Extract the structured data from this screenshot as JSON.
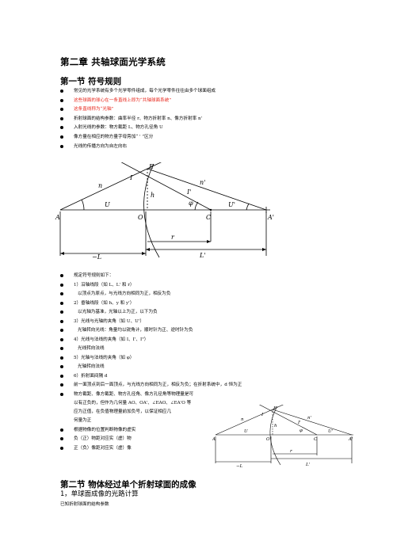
{
  "chapter_title": "第二章  共轴球面光学系统",
  "section1": {
    "title": "第一节  符号规则",
    "items": [
      {
        "text": "常见的光学系统有多个光学零件组成，每个光学零件往往由多个球面组成",
        "red": false
      },
      {
        "text": "这些球面的球心在一条直线上即为“共轴球面系统”",
        "red": true
      },
      {
        "text": "这条直线称为“光轴”",
        "red": true
      },
      {
        "text": "折射球面的结构参数：曲率半径 r、物方折射率 n、像方折射率 n'",
        "red": false
      },
      {
        "text": "入射光线的参数：物方截距 L、物方孔径角 U",
        "red": false
      },
      {
        "text": "像方量在相应的物方量字母旁加“ ' ”区分",
        "red": false
      },
      {
        "text": "光线的传播方向为自左向右",
        "red": false
      }
    ]
  },
  "diagram1": {
    "labels": {
      "E": "E",
      "n": "n",
      "n_prime": "n'",
      "I": "I",
      "I_prime": "I'",
      "h": "h",
      "phi": "φ",
      "U": "U",
      "U_prime": "U'",
      "A": "A",
      "O": "O",
      "C": "C",
      "A_prime": "A'",
      "r": "r",
      "minus_L": "−L",
      "L_prime": "L'"
    }
  },
  "rules": {
    "items": [
      {
        "text": "规定符号规则如下：",
        "bullet": true
      },
      {
        "text": "1）沿轴线段（如 L、L' 和 r）",
        "bullet": true
      },
      {
        "text": "以顶点为原点，与光线方向相同为正，相反为负",
        "bullet": true
      },
      {
        "text": "2）垂轴线段（如 h、y 和 y'）",
        "bullet": true
      },
      {
        "text": "以光轴为基准，光轴以上为正，以下为负",
        "bullet": true
      },
      {
        "text": "3）光线与光轴的夹角（如 U、U'）",
        "bullet": true
      },
      {
        "text": "光轴转向光线：角量均以锐角计，顺时针为正、逆时针为负",
        "bullet": true
      },
      {
        "text": "4）光线与法线的夹角（如 I、I'、I\"）",
        "bullet": true
      },
      {
        "text": "光线转向法线",
        "bullet": true
      },
      {
        "text": "5）光轴与法线的夹角（如 φ）",
        "bullet": true
      },
      {
        "text": "光轴转向法线",
        "bullet": true
      },
      {
        "text": "6）折射面间隔 d",
        "bullet": true
      },
      {
        "text": "前一面顶点到后一面顶点，与光线方向相同为正，相反为负；在折射系统中，d 恒为正",
        "bullet": true
      },
      {
        "text": "物方截距、像方截距、物方孔径角、像方孔径角等物理量是可",
        "bullet": true
      },
      {
        "text": "以有正负的，但作为几何量 AO、OA'、∠EAO、∠EA'O 等",
        "bullet": false
      },
      {
        "text": "应为正值，在负值物理量前加负号，以保证相应几",
        "bullet": false
      },
      {
        "text": "何量为正",
        "bullet": false
      },
      {
        "text": "根据物像的位置判断物像的虚实",
        "bullet": true
      },
      {
        "text": "负（正）物距对应实（虚）物",
        "bullet": true
      },
      {
        "text": "正（负）像距对应实（虚）像",
        "bullet": true
      }
    ]
  },
  "section2": {
    "title": "第二节  物体经过单个折射球面的成像",
    "subtitle": "1，单球面成像的光路计算",
    "note": "已知折射球面的结构参数"
  }
}
